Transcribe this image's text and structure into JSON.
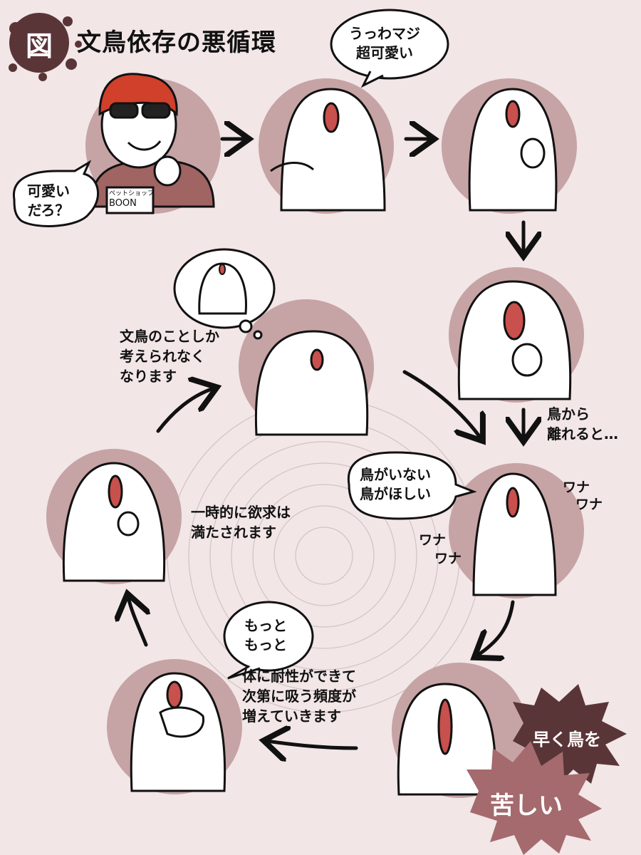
{
  "title": "文鳥依存の悪循環",
  "title_badge": "図",
  "colors": {
    "background": "#f2e6e7",
    "circle_fill": "#c6a3a4",
    "burst_dark": "#5a3538",
    "burst_mid": "#a56a6d",
    "ink": "#111111",
    "beak": "#c8504d"
  },
  "speech": {
    "intro": [
      "可愛い",
      "だろ？"
    ],
    "wow": [
      "うっわマジ",
      "超可愛い"
    ],
    "want": [
      "鳥がいない",
      "鳥がほしい"
    ],
    "more": [
      "もっと",
      "もっと"
    ]
  },
  "captions": {
    "think": [
      "文鳥のことしか",
      "考えられなく",
      "なります"
    ],
    "apart": [
      "鳥から",
      "離れると…"
    ],
    "satisfied": [
      "一時的に欲求は",
      "満たされます"
    ],
    "tolerance": [
      "体に耐性ができて",
      "次第に吸う頻度が",
      "増えていきます"
    ]
  },
  "sfx": {
    "trembling_1": [
      "ワナ",
      "ワナ"
    ],
    "trembling_2": [
      "ワナ",
      "ワナ"
    ]
  },
  "shop_sign": [
    "ペットショップ",
    "BOON"
  ],
  "bursts": {
    "hurry": "早く鳥を",
    "suffering": "苦しい"
  }
}
